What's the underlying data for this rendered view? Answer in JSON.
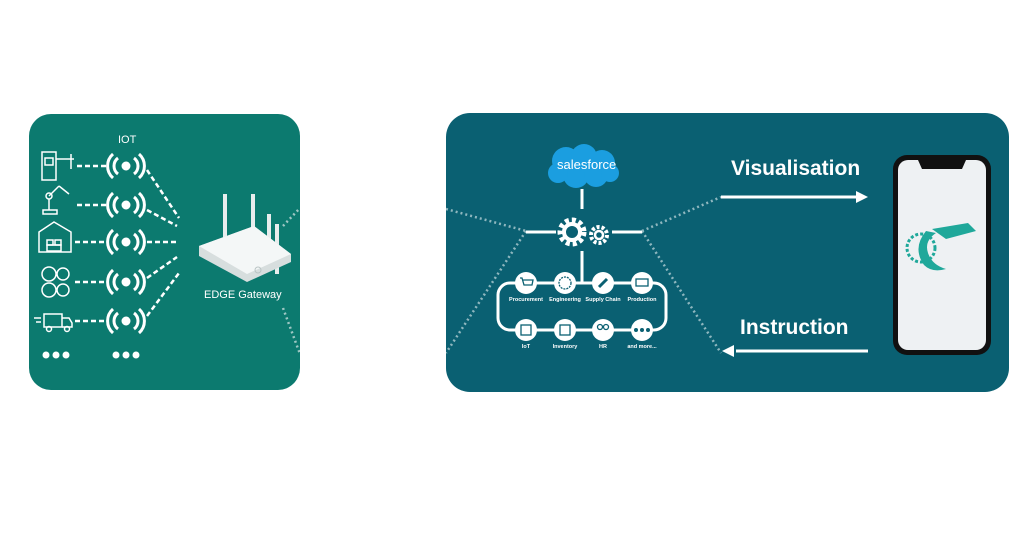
{
  "left_panel": {
    "iot_label": "IOT",
    "gateway_label": "EDGE Gateway",
    "devices": [
      {
        "icon": "cnc-machine-icon"
      },
      {
        "icon": "robot-arm-icon"
      },
      {
        "icon": "warehouse-icon"
      },
      {
        "icon": "energy-utilities-icon"
      },
      {
        "icon": "delivery-truck-icon"
      },
      {
        "icon": "more-dots-icon"
      }
    ]
  },
  "right_panel": {
    "cloud_label": "salesforce",
    "modules_top": [
      {
        "label": "Procurement",
        "icon": "shopping-cart-icon"
      },
      {
        "label": "Engineering",
        "icon": "gear-outline-icon"
      },
      {
        "label": "Supply Chain",
        "icon": "chain-link-icon"
      },
      {
        "label": "Production",
        "icon": "production-line-icon"
      }
    ],
    "modules_bottom": [
      {
        "label": "IoT",
        "icon": "iot-chip-icon"
      },
      {
        "label": "Inventory",
        "icon": "inventory-icon"
      },
      {
        "label": "HR",
        "icon": "people-icon"
      },
      {
        "label": "and more...",
        "icon": "more-dots-icon"
      }
    ],
    "visualisation_label": "Visualisation",
    "instruction_label": "Instruction",
    "app_icon": "crocodile-gear-logo-icon"
  },
  "colors": {
    "left_panel_bg": "#0c7a6f",
    "right_panel_bg": "#0a6072",
    "salesforce_blue": "#1b9ee0",
    "logo_teal": "#1fa89a"
  }
}
